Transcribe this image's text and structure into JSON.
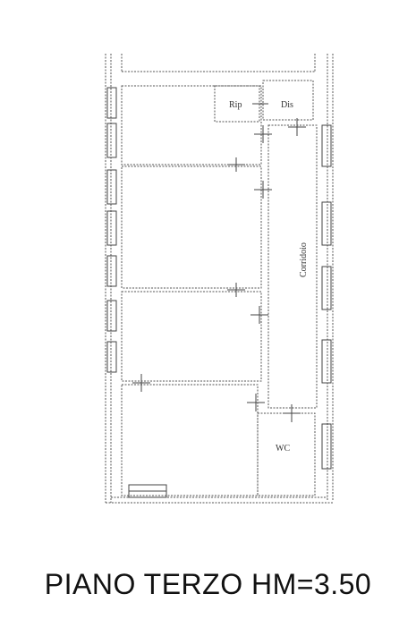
{
  "drawing": {
    "title": "PIANO TERZO HM=3.50",
    "rooms": {
      "small_room_a": "Rip",
      "small_room_b": "Dis",
      "corridor": "Corridoio",
      "bathroom": "WC"
    }
  },
  "colors": {
    "line": "#555555",
    "hatch": "#8a8a8a",
    "text": "#111111"
  }
}
